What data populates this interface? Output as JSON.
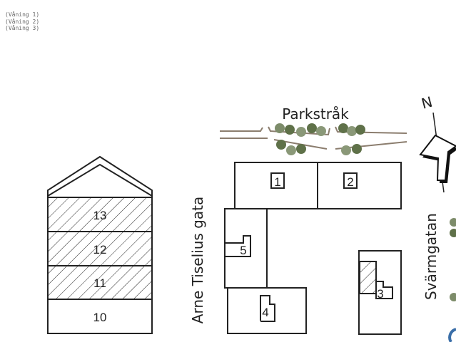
{
  "legend": [
    "(Våning 1)",
    "(Våning 2)",
    "(Våning 3)"
  ],
  "elevation": {
    "floors": [
      {
        "label": "13",
        "hatched": true
      },
      {
        "label": "12",
        "hatched": true
      },
      {
        "label": "11",
        "hatched": true
      },
      {
        "label": "10",
        "hatched": false
      }
    ]
  },
  "site": {
    "park_label": "Parkstråk",
    "street_west": "Arne Tiselius gata",
    "street_east": "Svärmgatan",
    "north_label": "N",
    "buildings": [
      "1",
      "2",
      "3",
      "4",
      "5"
    ]
  },
  "colors": {
    "tree_dark": "#5f7149",
    "tree_light": "#8a9878",
    "path": "#8b7d6e",
    "line": "#222222"
  }
}
